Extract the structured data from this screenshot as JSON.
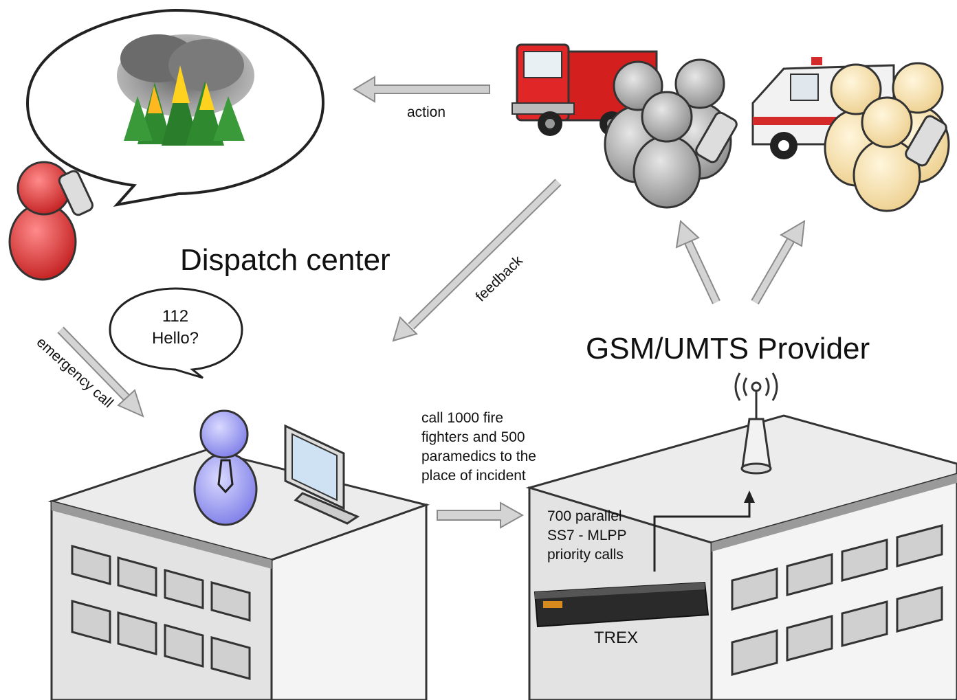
{
  "labels": {
    "dispatch_center": "Dispatch center",
    "provider": "GSM/UMTS Provider",
    "action": "action",
    "feedback": "feedback",
    "emergency_call": "emergency call",
    "bubble_line1": "112",
    "bubble_line2": "Hello?",
    "call_lines": [
      "call 1000 fire",
      "fighters and 500",
      "paramedics to the",
      "place of incident"
    ],
    "mlpp_lines": [
      "700 parallel",
      "SS7 - MLPP",
      "priority calls"
    ],
    "trex": "TREX"
  },
  "colors": {
    "caller": "#d62b2b",
    "operator": "#8f8ff2",
    "firefighters": "#9a9a9a",
    "paramedics": "#f6dca2",
    "fire_truck": "#d41f1f",
    "building": "#e6e6e6",
    "arrow": "#c4c4c4"
  },
  "icons": [
    "forest-fire-icon",
    "fire-truck-icon",
    "ambulance-icon",
    "mobile-phone-icon",
    "antenna-icon",
    "monitor-icon",
    "server-rack-icon"
  ]
}
